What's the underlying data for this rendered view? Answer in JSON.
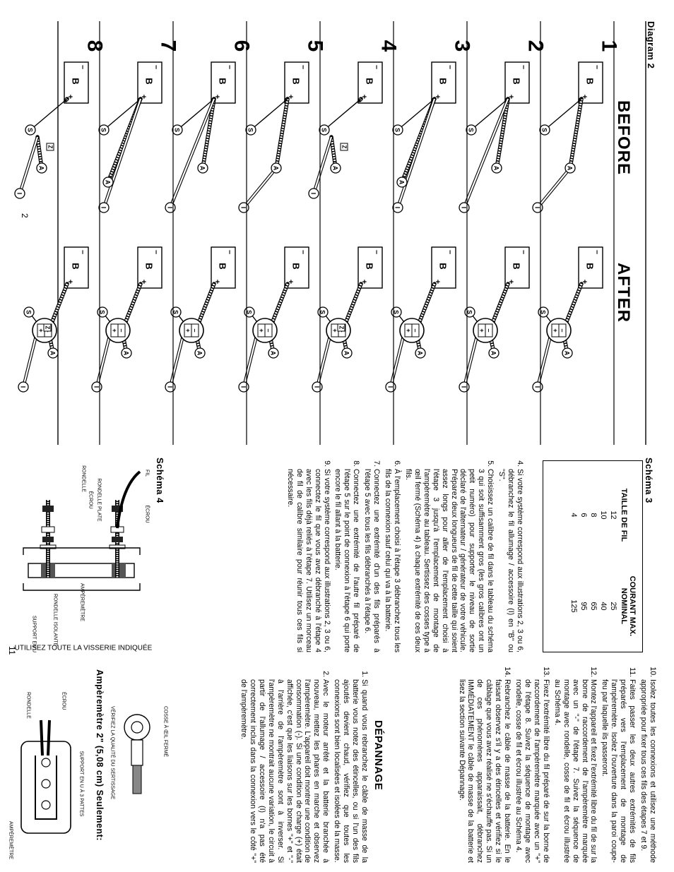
{
  "left_page": {
    "diagram_label": "Diagram 2",
    "before_title": "BEFORE",
    "after_title": "AFTER",
    "page_number": "2",
    "steps": [
      "1",
      "2",
      "3",
      "4",
      "5",
      "6",
      "7",
      "8"
    ],
    "icon_labels": {
      "battery": "B",
      "minus": "–",
      "plus": "+",
      "starter": "S",
      "alternator": "A",
      "ignition": "I",
      "splice": "Z"
    }
  },
  "right_page": {
    "page_number": "11",
    "schema3_title": "Schéma 3",
    "table": {
      "headers": [
        "TAILLE DE FIL",
        "COURANT MAX. NOMINAL"
      ],
      "rows": [
        [
          "12",
          "25"
        ],
        [
          "10",
          "40"
        ],
        [
          "8",
          "65"
        ],
        [
          "6",
          "95"
        ],
        [
          "4",
          "125"
        ]
      ]
    },
    "instructions_col1": [
      "Si votre système correspond aux illustrations 2, 3 ou 6, débranchez le fil allumage / accessoire (I) en \"B\" ou \"S\".",
      "Choisissez un calibre de fil dans le tableau du schéma 3 qui soit suffisamment gros (les gros calibres ont un petit numéro) pour supporter le niveau de sortie déclaré de l'alternateur / générateur de votre véhicule. Préparez deux longueurs de fil de cette taille qui soient assez longs pour aller de l'emplacement choisi à l'étape 3 jusqu'à l'emplacement de montage de l'ampèremètre au tableau. Sertissez des cosses type à œil fermé (Schéma 4) à chaque extrémité de ces deux fils.",
      "À l'emplacement choisi à l'étape 3 débranchez tous les fils de la connexion sauf celui qui va à la batterie.",
      "Connectez une extrémité d'un des fils préparés à l'étape 5 avec tous les fils débranchés à l'étape 6.",
      "Connectez une extrémité de l'autre fil préparé de l'étape 5 sur le point de connexion à l'étape 6 qui porte encore le fil allant à la batterie.",
      "Si votre système correspond aux illustrations 2, 3 ou 6, connectez le fil que vous avez débranché à l'étape 4 avec les fils déjà reliés à l'étape 7. Utilisez un morceau de fil de calibre similaire pour réunir tous ces fils si nécessaire."
    ],
    "instructions_col1_start": 4,
    "schema4_title": "Schéma 4",
    "schema4_labels": {
      "fil": "FIL",
      "ecrou_top": "ÉCROU",
      "rondelle_plate": "RONDELLE PLATE",
      "ecrou": "ÉCROU",
      "rondelle": "RONDELLE",
      "amperemetre": "AMPÈREMÈTRE",
      "rondelle_isolante": "RONDELLE ISOLANTE",
      "support_u": "SUPPORT EN U",
      "note": "UTILISEZ TOUTE LA VISSERIE INDIQUÉE"
    },
    "instructions_col2": [
      "Isolez toutes les connexions et utilisez une méthode appropriée pour fixer tous ces fils des étapes 7 et 9.",
      "Faites passer les deux autres extrémités de fils préparés vers l'emplacement de montage de l'ampèremètre. Isolez l'ouverture dans la paroi coupe-feu par laquelle ils passeront.",
      "Montez l'appareil et fixez l'extrémité libre du fil de sur la borne de raccordement de l'ampèremètre marquée avec un \"-\" de l'étape 7. Suivez la séquence de montage avec rondelle, cosse de fil et écrou illustrée au Schéma 4.",
      "Fixez l'extrémité libre du fil préparé de sur la borne de raccordement de l'ampèremètre marquée avec un \"+\" de l'étape 8. Suivez la séquence de montage avec rondelle, cosse de fil et écrou illustrée au Schéma 4.",
      "Rebranchez le câble de masse de la batterie. En le faisant observez s'il y a des étincelles et vérifiez si le câblage que vous avez réalisé ne s'échauffe pas. Si un de ces phénomènes apparaissait, débranchez IMMÉDIATEMENT le câble de masse de la batterie et lisez la section suivante Dépannage."
    ],
    "instructions_col2_start": 10,
    "troubleshooting_title": "DÉPANNAGE",
    "troubleshooting": [
      "Si quand vous rebranchez le câble de masse de la batterie vous notez des étincelles, ou si l'un des fils ajoutés devient chaud, vérifiez que toutes les connexions sont bien localisées et isolées de la masse.",
      "Avec le moteur arrêté et la batterie branchée à nouveau, mettez les phares en marche et observez l'ampèremètre. L'appareil doit montrer une condition de consommation (-). Si une condition de charge (+) était affichée, c'est que les liaisons sur les bornes \"+\" et \"-\" à l'arrière de l'ampèremètre sont à inverser. Si l'ampèremètre ne montrait aucune variation, le circuit à partir de l'allumage / accessoire (I) n'a pas été correctement inclus dans la connexion vers le côté \"+\" de l'ampèremètre."
    ],
    "crimp_labels": {
      "cosse": "COSSE À ŒIL FERMÉ",
      "verifiez": "VÉRIFIEZ LA QUALITÉ DU SERTISSAGE"
    },
    "ammeter_title": "Ampèremètre 2\" (5,08 cm) Seulement:",
    "ammeter_labels": {
      "support3": "SUPPORT EN U À 3 PATTES",
      "amperemetre": "AMPÈREMÈTRE",
      "ecrou": "ÉCROU",
      "rondelle": "RONDELLE"
    }
  }
}
